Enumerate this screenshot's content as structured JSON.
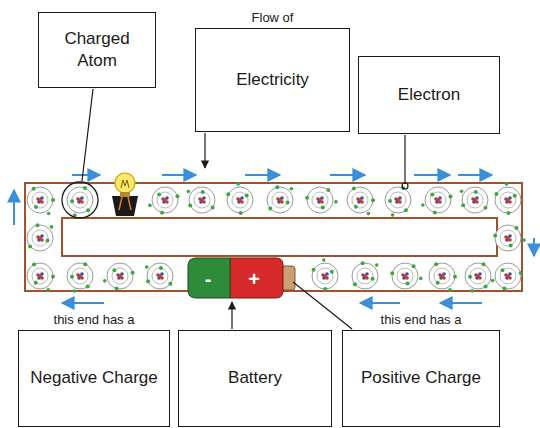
{
  "diagram": {
    "nodes": [
      {
        "text": [
          "Charged Atom"
        ]
      },
      {
        "text": [
          "Flow of",
          "Electricity"
        ]
      },
      {
        "text": [
          "Electron"
        ]
      },
      {
        "text": [
          "this end has a",
          "Negative Charge"
        ]
      },
      {
        "text": [
          "Battery"
        ]
      },
      {
        "text": [
          "this end has a",
          "Positive Charge"
        ]
      }
    ],
    "labels": [
      "-",
      "+"
    ]
  }
}
